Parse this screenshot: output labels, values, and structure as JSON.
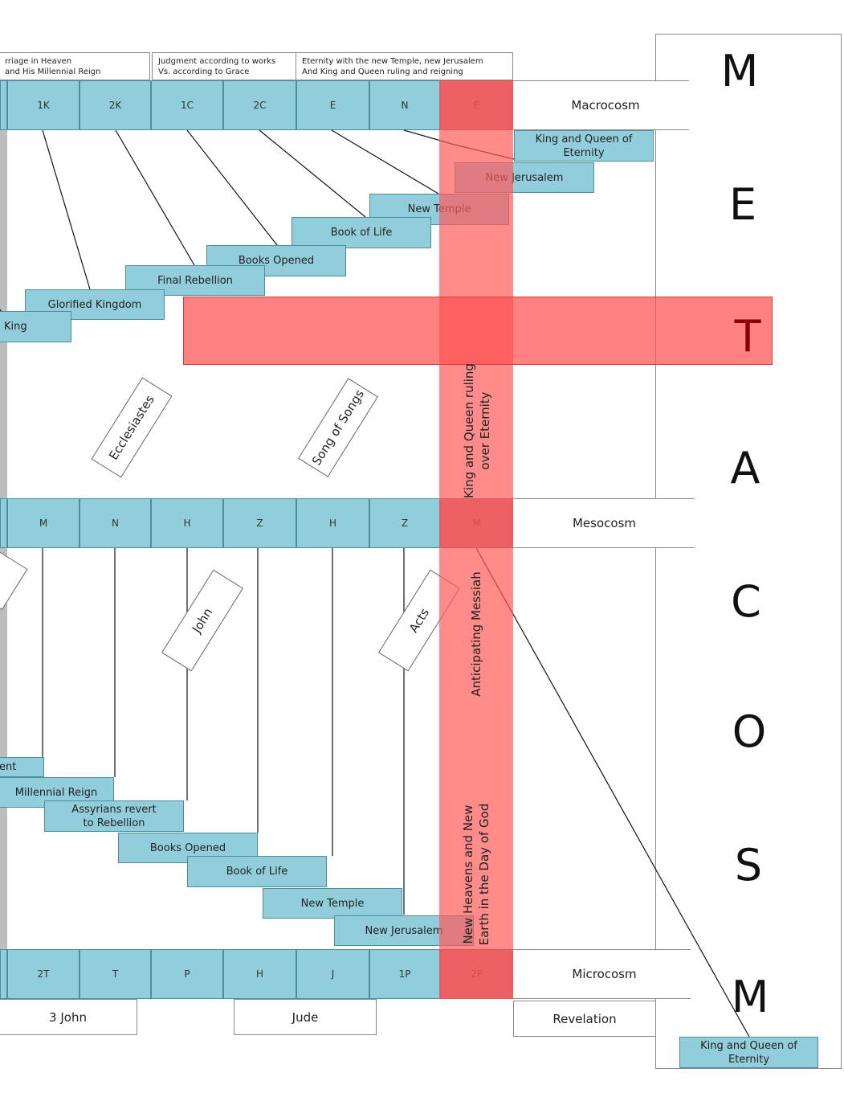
{
  "top_notes": [
    {
      "line1": "rriage in Heaven",
      "line2": "and His Millennial Reign"
    },
    {
      "line1": "Judgment according to works",
      "line2": "Vs. according to Grace"
    },
    {
      "line1": "Eternity with the new Temple, new Jerusalem",
      "line2": "And King and Queen ruling and reigning"
    }
  ],
  "macro_row": {
    "cells": [
      "1K",
      "2K",
      "1C",
      "2C",
      "E",
      "N",
      "E"
    ],
    "label": "Macrocosm"
  },
  "meso_row": {
    "cells": [
      "M",
      "N",
      "H",
      "Z",
      "H",
      "Z",
      "M"
    ],
    "label": "Mesocosm"
  },
  "micro_row": {
    "cells": [
      "2T",
      "T",
      "P",
      "H",
      "J",
      "1P",
      "2P"
    ],
    "label": "Microcosm"
  },
  "upper_steps": [
    "King and Queen of Eternity",
    "New Jerusalem",
    "New Temple",
    "Book of Life",
    "Books Opened",
    "Final Rebellion",
    "Glorified Kingdom",
    "King"
  ],
  "lower_steps": [
    "ent",
    "Millennial Reign",
    "Assyrians revert to Rebellion",
    "Books Opened",
    "Book of Life",
    "New Temple",
    "New Jerusalem"
  ],
  "rotated_books": [
    "Ecclesiastes",
    "Song of Songs",
    "John",
    "Acts"
  ],
  "red_column_texts": [
    "King and Queen ruling over Eternity",
    "Anticipating Messiah",
    "New Heavens and New Earth in the Day of God"
  ],
  "bottom_books": [
    "3 John",
    "Jude",
    "Revelation"
  ],
  "side_word_letters": [
    "M",
    "E",
    "T",
    "A",
    "C",
    "O",
    "S",
    "M"
  ],
  "bottom_label": "King and Queen of Eternity",
  "colors": {
    "cell": "#92cddc",
    "red_band": "#ff6b6b",
    "highlight_letter": "#8b0000"
  }
}
